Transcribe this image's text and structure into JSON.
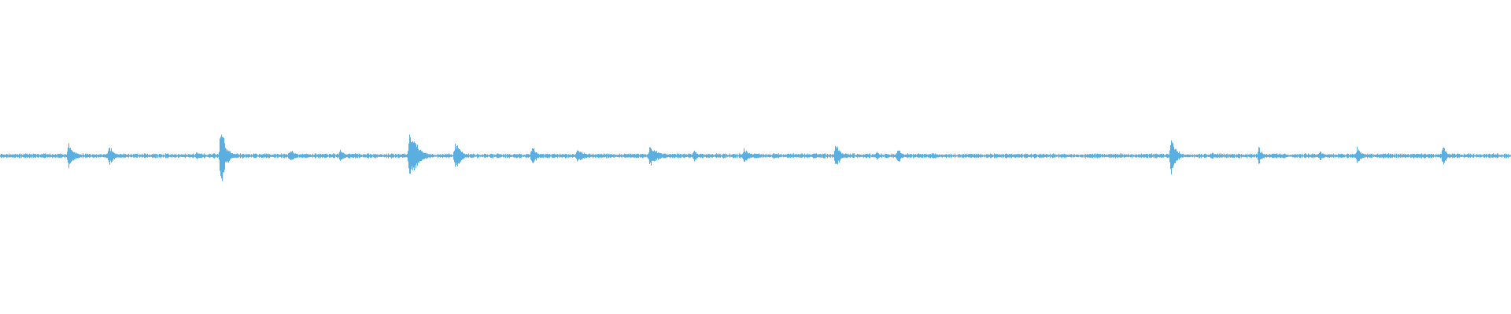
{
  "waveform": {
    "color": "#5aaee0",
    "background": "#ffffff",
    "baseline_amplitude": 0.012,
    "transients": [
      {
        "t": 0.045,
        "amp": 0.1,
        "decay": 0.004
      },
      {
        "t": 0.072,
        "amp": 0.08,
        "decay": 0.004
      },
      {
        "t": 0.13,
        "amp": 0.03,
        "decay": 0.003
      },
      {
        "t": 0.146,
        "amp": 0.28,
        "decay": 0.003
      },
      {
        "t": 0.192,
        "amp": 0.06,
        "decay": 0.003
      },
      {
        "t": 0.225,
        "amp": 0.05,
        "decay": 0.003
      },
      {
        "t": 0.271,
        "amp": 0.22,
        "decay": 0.005
      },
      {
        "t": 0.301,
        "amp": 0.12,
        "decay": 0.004
      },
      {
        "t": 0.352,
        "amp": 0.09,
        "decay": 0.003
      },
      {
        "t": 0.382,
        "amp": 0.06,
        "decay": 0.005
      },
      {
        "t": 0.43,
        "amp": 0.08,
        "decay": 0.006
      },
      {
        "t": 0.459,
        "amp": 0.05,
        "decay": 0.003
      },
      {
        "t": 0.492,
        "amp": 0.07,
        "decay": 0.004
      },
      {
        "t": 0.512,
        "amp": 0.03,
        "decay": 0.003
      },
      {
        "t": 0.538,
        "amp": 0.03,
        "decay": 0.004
      },
      {
        "t": 0.553,
        "amp": 0.11,
        "decay": 0.003
      },
      {
        "t": 0.58,
        "amp": 0.03,
        "decay": 0.003
      },
      {
        "t": 0.594,
        "amp": 0.06,
        "decay": 0.003
      },
      {
        "t": 0.617,
        "amp": 0.03,
        "decay": 0.004
      },
      {
        "t": 0.69,
        "amp": 0.02,
        "decay": 0.004
      },
      {
        "t": 0.775,
        "amp": 0.17,
        "decay": 0.003
      },
      {
        "t": 0.802,
        "amp": 0.03,
        "decay": 0.003
      },
      {
        "t": 0.833,
        "amp": 0.08,
        "decay": 0.002
      },
      {
        "t": 0.873,
        "amp": 0.04,
        "decay": 0.004
      },
      {
        "t": 0.898,
        "amp": 0.07,
        "decay": 0.003
      },
      {
        "t": 0.955,
        "amp": 0.1,
        "decay": 0.002
      }
    ]
  }
}
